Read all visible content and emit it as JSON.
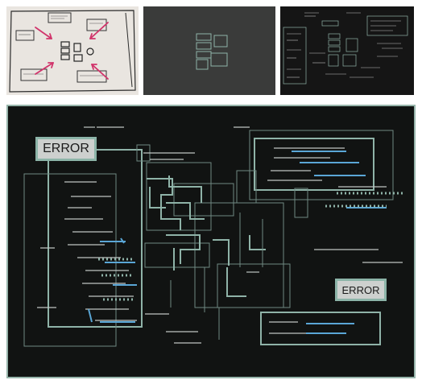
{
  "images": [
    {
      "name": "sketch-paper",
      "description_icon": "hand-drawn-sketch"
    },
    {
      "name": "wireframe-dark",
      "description_icon": "wireframe"
    },
    {
      "name": "wireframe-annotated",
      "description_icon": "wireframe"
    },
    {
      "name": "glitched-render",
      "description_icon": "dense-wireframe"
    }
  ],
  "labels": {
    "error_top_left": "ERROR",
    "error_right": "ERROR"
  },
  "colors": {
    "paper": "#e9e5e0",
    "sketch_arrow": "#d1346b",
    "wire_gray": "#3a3b3a",
    "wire_dark": "#151515",
    "main_bg": "#111312",
    "frame_teal": "#97b5ab",
    "accent_blue": "#5aa6d6",
    "label_bg": "#cdd0ce"
  }
}
